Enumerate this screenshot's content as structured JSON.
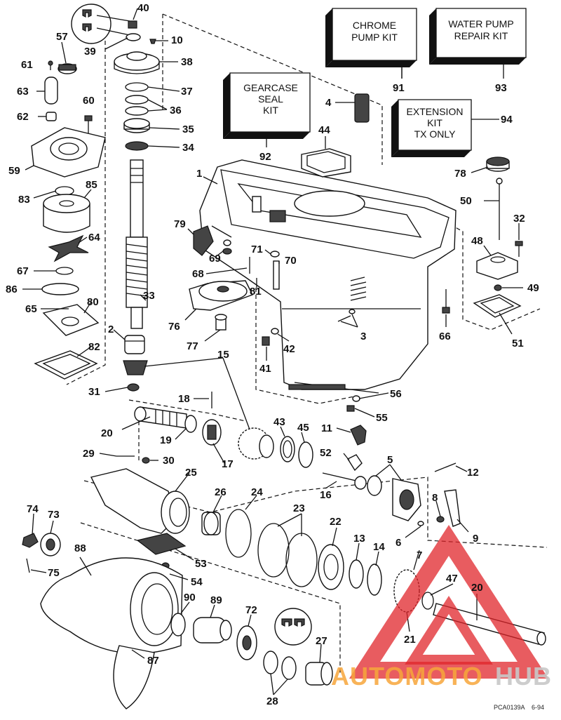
{
  "kits": {
    "chrome_pump": [
      "CHROME",
      "PUMP KIT"
    ],
    "water_pump": [
      "WATER PUMP",
      "REPAIR KIT"
    ],
    "gearcase_seal": [
      "GEARCASE",
      "SEAL",
      "KIT"
    ],
    "extension": [
      "EXTENSION",
      "KIT",
      "TX ONLY"
    ]
  },
  "callouts": {
    "n40": "40",
    "n10": "10",
    "n57": "57",
    "n61": "61",
    "n39": "39",
    "n38": "38",
    "n63": "63",
    "n37": "37",
    "n36": "36",
    "n60": "60",
    "n62": "62",
    "n35": "35",
    "n34": "34",
    "n59": "59",
    "n83": "83",
    "n85": "85",
    "n64": "64",
    "n67": "67",
    "n86": "86",
    "n65": "65",
    "n80": "80",
    "n82": "82",
    "n31": "31",
    "n33": "33",
    "n2": "2",
    "n91": "91",
    "n93": "93",
    "n4": "4",
    "n94": "94",
    "n44": "44",
    "n92": "92",
    "n1": "1",
    "n78": "78",
    "n50": "50",
    "n32": "32",
    "n48": "48",
    "n79": "79",
    "n69": "69",
    "n71": "71",
    "n70": "70",
    "n68": "68",
    "n81": "81",
    "n49": "49",
    "n76": "76",
    "n3": "3",
    "n66": "66",
    "n51": "51",
    "n77": "77",
    "n42": "42",
    "n41": "41",
    "n15": "15",
    "n56": "56",
    "n55": "55",
    "n18": "18",
    "n20a": "20",
    "n43": "43",
    "n45": "45",
    "n11": "11",
    "n19": "19",
    "n17": "17",
    "n29": "29",
    "n30": "30",
    "n52": "52",
    "n5": "5",
    "n12": "12",
    "n25": "25",
    "n26": "26",
    "n24": "24",
    "n16": "16",
    "n8": "8",
    "n74": "74",
    "n73": "73",
    "n23": "23",
    "n22": "22",
    "n6": "6",
    "n9": "9",
    "n13": "13",
    "n14": "14",
    "n7": "7",
    "n88": "88",
    "n53": "53",
    "n75": "75",
    "n54": "54",
    "n47": "47",
    "n20b": "20",
    "n90": "90",
    "n89": "89",
    "n72": "72",
    "n21": "21",
    "n27": "27",
    "n87": "87",
    "n28": "28"
  },
  "watermark": {
    "part1": "AUTOMOTO",
    "part2": "HUB",
    "triangle_color": "#e0262b",
    "text_color": "#f7a63b"
  },
  "footer": {
    "code": "PCA0139A",
    "date": "6-94"
  }
}
